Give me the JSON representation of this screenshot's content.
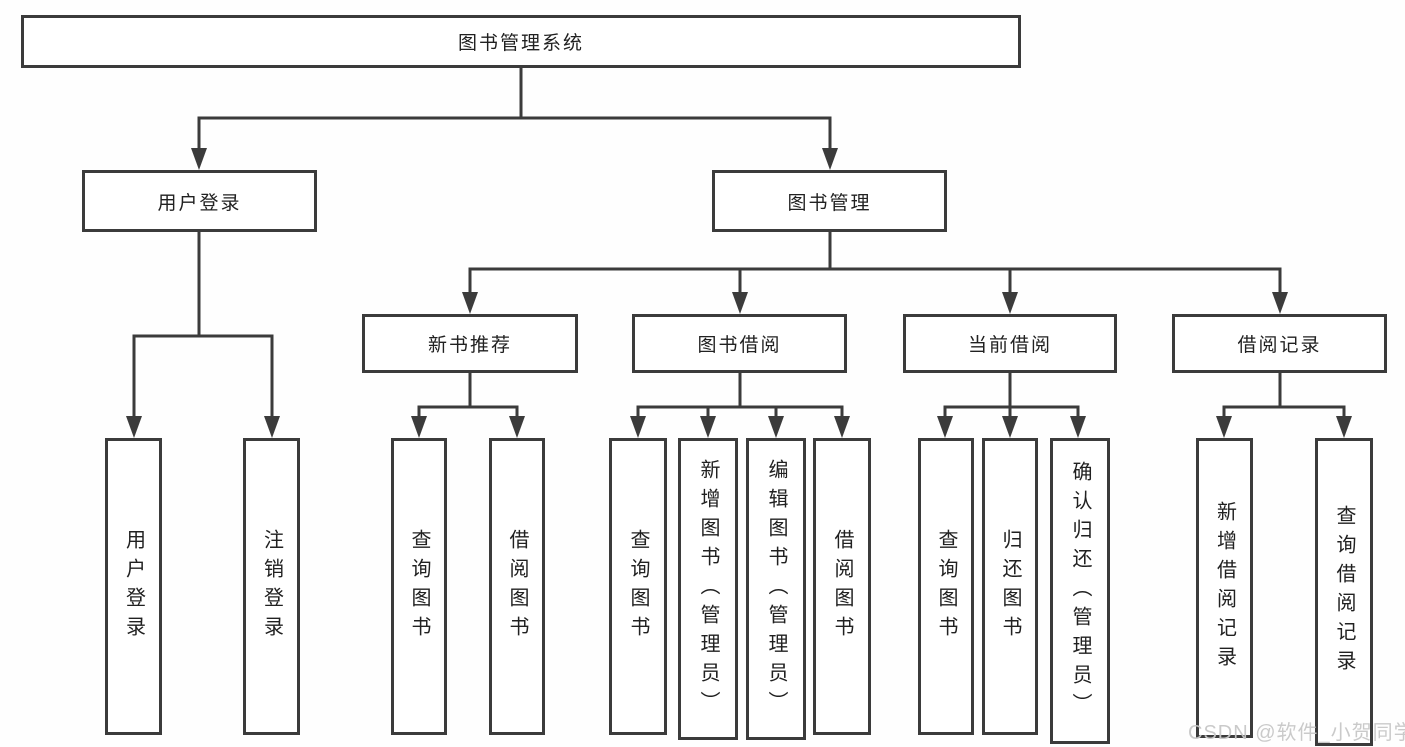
{
  "colors": {
    "line": "#3b3b3b",
    "text": "#212121",
    "watermark": "#c8c8c8",
    "background": "#ffffff"
  },
  "nodes": {
    "root": {
      "label": "图书管理系统"
    },
    "level2": [
      {
        "label": "用户登录"
      },
      {
        "label": "图书管理"
      }
    ],
    "level3": [
      {
        "label": "新书推荐"
      },
      {
        "label": "图书借阅"
      },
      {
        "label": "当前借阅"
      },
      {
        "label": "借阅记录"
      }
    ],
    "login_children": [
      {
        "label": "用户登录"
      },
      {
        "label": "注销登录"
      }
    ],
    "recommend_children": [
      {
        "label": "查询图书"
      },
      {
        "label": "借阅图书"
      }
    ],
    "borrow_children": [
      {
        "label": "查询图书"
      },
      {
        "label": "新增图书（管理员）"
      },
      {
        "label": "编辑图书（管理员）"
      },
      {
        "label": "借阅图书"
      }
    ],
    "current_children": [
      {
        "label": "查询图书"
      },
      {
        "label": "归还图书"
      },
      {
        "label": "确认归还（管理员）"
      }
    ],
    "records_children": [
      {
        "label": "新增借阅记录"
      },
      {
        "label": "查询借阅记录"
      }
    ]
  },
  "watermark": {
    "text": "CSDN @软件_小贺同学"
  }
}
